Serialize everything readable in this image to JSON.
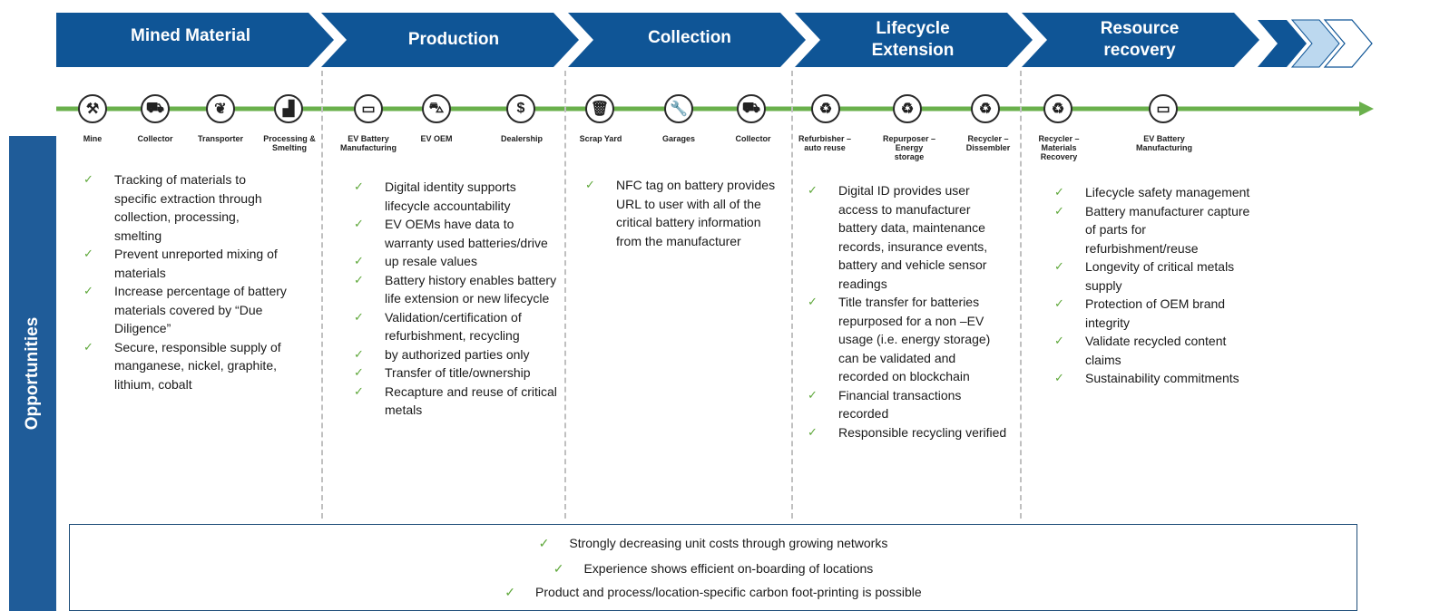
{
  "stages": [
    "Mined Material",
    "Production",
    "Collection",
    "Lifecycle Extension",
    "Resource recovery"
  ],
  "side_label": "Opportunities",
  "colors": {
    "banner": "#0f5596",
    "timeline": "#6ab04c",
    "check": "#5fa83b",
    "chevron_light": "#bcd8ef"
  },
  "roles": [
    {
      "label": "Mine",
      "icon": "hammer-pick-icon"
    },
    {
      "label": "Collector",
      "icon": "truck-icon"
    },
    {
      "label": "Transporter",
      "icon": "leaf-icon"
    },
    {
      "label": "Processing & Smelting",
      "icon": "factory-icon"
    },
    {
      "label": "EV Battery Manufacturing",
      "icon": "battery-icon"
    },
    {
      "label": "EV OEM",
      "icon": "car-icon"
    },
    {
      "label": "Dealership",
      "icon": "dollar-icon"
    },
    {
      "label": "Scrap Yard",
      "icon": "trash-icon"
    },
    {
      "label": "Garages",
      "icon": "wrench-icon"
    },
    {
      "label": "Collector",
      "icon": "truck-icon"
    },
    {
      "label": "Refurbisher – auto reuse",
      "icon": "recycle-icon"
    },
    {
      "label": "Repurposer – Energy storage",
      "icon": "recycle-icon"
    },
    {
      "label": "Recycler – Dissembler",
      "icon": "recycle-icon"
    },
    {
      "label": "Recycler – Materials Recovery",
      "icon": "recycle-icon"
    },
    {
      "label": "EV Battery Manufacturing",
      "icon": "battery-icon"
    }
  ],
  "columns": [
    [
      "Tracking of materials to specific extraction through collection, processing, smelting",
      "Prevent unreported mixing of materials",
      "Increase percentage of battery materials covered by “Due Diligence”",
      "Secure, responsible supply of manganese, nickel, graphite, lithium, cobalt"
    ],
    [
      "Digital identity supports lifecycle accountability",
      "EV OEMs have data to warranty used batteries/drive",
      "up resale values",
      "Battery history enables battery life extension or new lifecycle",
      "Validation/certification of refurbishment, recycling",
      "by authorized parties only",
      "Transfer of title/ownership",
      "Recapture and reuse of critical metals"
    ],
    [
      "NFC tag on battery provides URL to user with all of the critical battery information from the manufacturer"
    ],
    [
      "Digital ID provides user access to manufacturer battery data, maintenance records, insurance events, battery and vehicle sensor readings",
      "Title transfer for batteries repurposed for a non –EV usage (i.e. energy storage) can be validated and recorded on blockchain",
      "Financial transactions recorded",
      "Responsible recycling verified"
    ],
    [
      "Lifecycle safety management",
      "Battery manufacturer capture of parts  for refurbishment/reuse",
      "Longevity of critical metals supply",
      "Protection of OEM brand integrity",
      "Validate recycled content claims",
      "Sustainability commitments"
    ]
  ],
  "bottom": [
    "Strongly decreasing unit costs through growing networks",
    "Experience shows efficient on-boarding of locations",
    "Product and process/location-specific carbon foot-printing is possible"
  ]
}
